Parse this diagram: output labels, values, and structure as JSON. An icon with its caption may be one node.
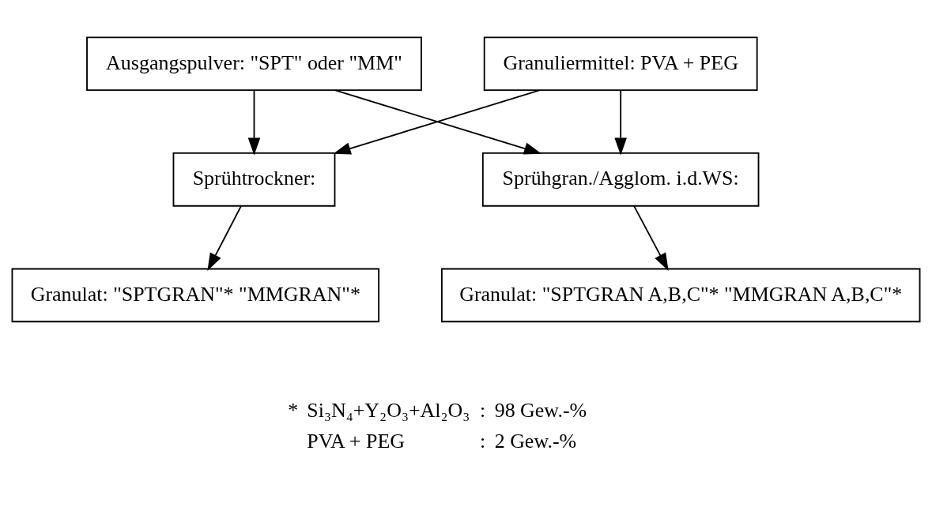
{
  "diagram": {
    "nodes": [
      {
        "text": [
          "Ausgangspulver: \"SPT\" oder \"MM\""
        ]
      },
      {
        "text": [
          "Granuliermittel: PVA + PEG"
        ]
      },
      {
        "text": [
          "Sprühtrockner:"
        ]
      },
      {
        "text": [
          "Sprühgran./Agglom. i.d.WS:"
        ]
      },
      {
        "text": [
          "Granulat: \"SPTGRAN\"* \"MMGRAN\"*"
        ]
      },
      {
        "text": [
          "Granulat: \"SPTGRAN A,B,C\"* \"MMGRAN A,B,C\"*"
        ]
      }
    ],
    "edges": [
      {
        "from": 0,
        "to": 2,
        "arrow": "to"
      },
      {
        "from": 1,
        "to": 2,
        "arrow": "to"
      },
      {
        "from": 0,
        "to": 3,
        "arrow": "to"
      },
      {
        "from": 1,
        "to": 3,
        "arrow": "to"
      },
      {
        "from": 2,
        "to": 4,
        "arrow": "to"
      },
      {
        "from": 3,
        "to": 5,
        "arrow": "to"
      }
    ],
    "labels": [
      "*",
      "Si₃N₄+Y₂O₃+Al₂O₃",
      ":",
      "98 Gew.-%",
      "PVA + PEG",
      ":",
      "2 Gew.-%"
    ]
  }
}
